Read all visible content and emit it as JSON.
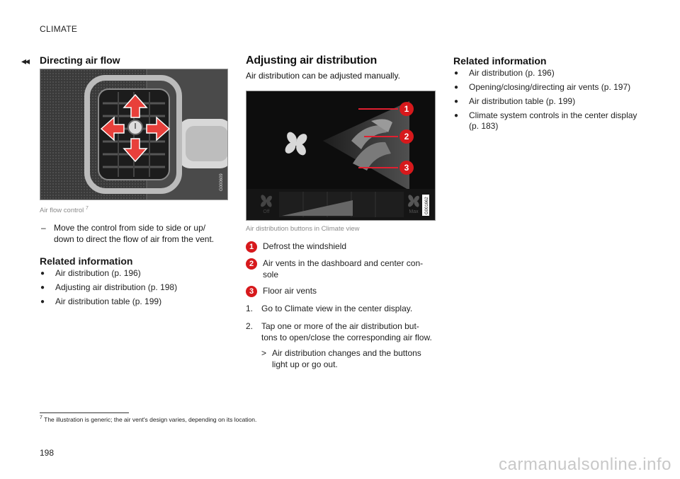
{
  "header": {
    "section": "CLIMATE",
    "nav_symbol": "◂◂"
  },
  "col1": {
    "title": "Directing air flow",
    "figure_code": "G000609",
    "caption": "Air flow control",
    "caption_ref": "7",
    "instruction_mark": "–",
    "instruction": "Move the control from side to side or up/ down to direct the flow of air from the vent.",
    "related_title": "Related information",
    "related": [
      "Air distribution (p. 196)",
      "Adjusting air distribution (p. 198)",
      "Air distribution table (p. 199)"
    ]
  },
  "col2": {
    "title": "Adjusting air distribution",
    "lead": "Air distribution can be adjusted manually.",
    "figure": {
      "off_label": "Off",
      "max_label": "Max",
      "code": "G001662",
      "markers": [
        "1",
        "2",
        "3"
      ]
    },
    "caption": "Air distribution buttons in Climate view",
    "callouts": [
      {
        "num": "1",
        "text": "Defrost the windshield"
      },
      {
        "num": "2",
        "text": "Air vents in the dashboard and center con- sole"
      },
      {
        "num": "3",
        "text": "Floor air vents"
      }
    ],
    "steps": [
      {
        "num": "1.",
        "text": "Go to Climate view in the center display."
      },
      {
        "num": "2.",
        "text": "Tap one or more of the air distribution but- tons to open/close the corresponding air flow."
      }
    ],
    "result_mark": ">",
    "result": "Air distribution changes and the buttons light up or go out."
  },
  "col3": {
    "related_title": "Related information",
    "related": [
      "Air distribution (p. 196)",
      "Opening/closing/directing air vents (p. 197)",
      "Air distribution table (p. 199)",
      "Climate system controls in the center display (p. 183)"
    ]
  },
  "footnote": {
    "num": "7",
    "text": "The illustration is generic; the air vent's design varies, depending on its location."
  },
  "page_number": "198",
  "watermark": "carmanualsonline.info",
  "colors": {
    "accent": "#d7191c",
    "caption": "#8a8a8a",
    "figure_bg": "#111111"
  }
}
